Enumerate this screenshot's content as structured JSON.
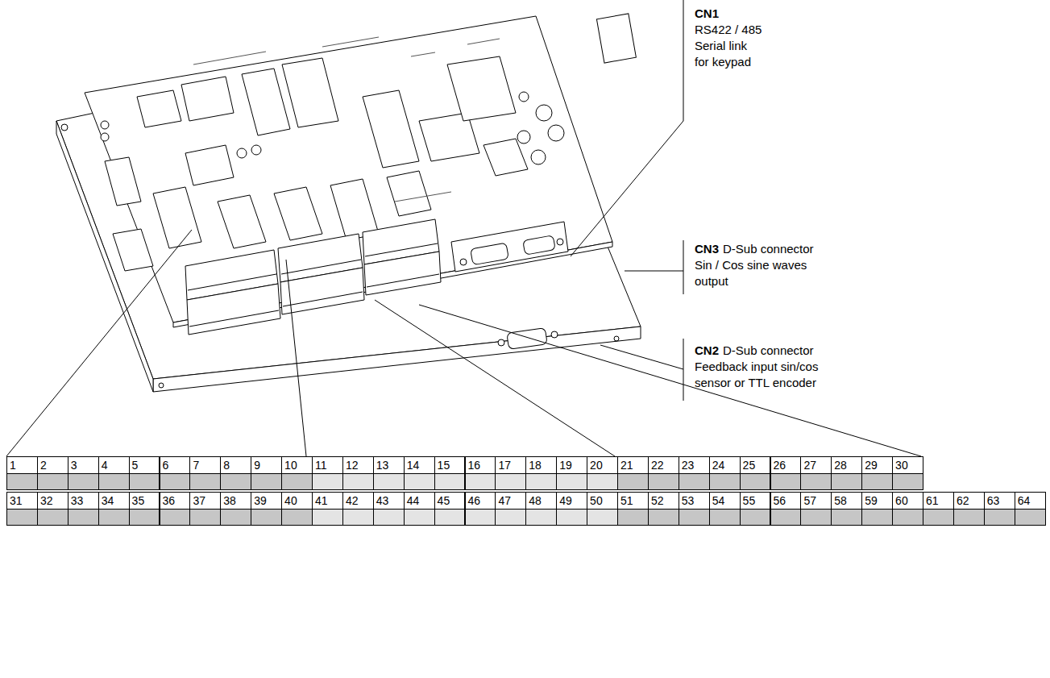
{
  "diagram": {
    "labels": [
      "CN1",
      "RS422 / 485",
      "Serial link",
      "for keypad",
      "CN3",
      "D-Sub connector",
      "Sin / Cos sine waves",
      "output",
      "CN2",
      "D-Sub connector",
      "Feedback input sin/cos",
      "sensor or TTL encoder",
      "1",
      "2",
      "3",
      "4",
      "5",
      "6",
      "7",
      "8",
      "9",
      "10",
      "11",
      "12",
      "13",
      "14",
      "15",
      "16",
      "17",
      "18",
      "19",
      "20",
      "21",
      "22",
      "23",
      "24",
      "25",
      "26",
      "27",
      "28",
      "29",
      "30",
      "31",
      "32",
      "33",
      "34",
      "35",
      "36",
      "37",
      "38",
      "39",
      "40",
      "41",
      "42",
      "43",
      "44",
      "45",
      "46",
      "47",
      "48",
      "49",
      "50",
      "51",
      "52",
      "53",
      "54",
      "55",
      "56",
      "57",
      "58",
      "59",
      "60",
      "61",
      "62",
      "63",
      "64"
    ]
  }
}
